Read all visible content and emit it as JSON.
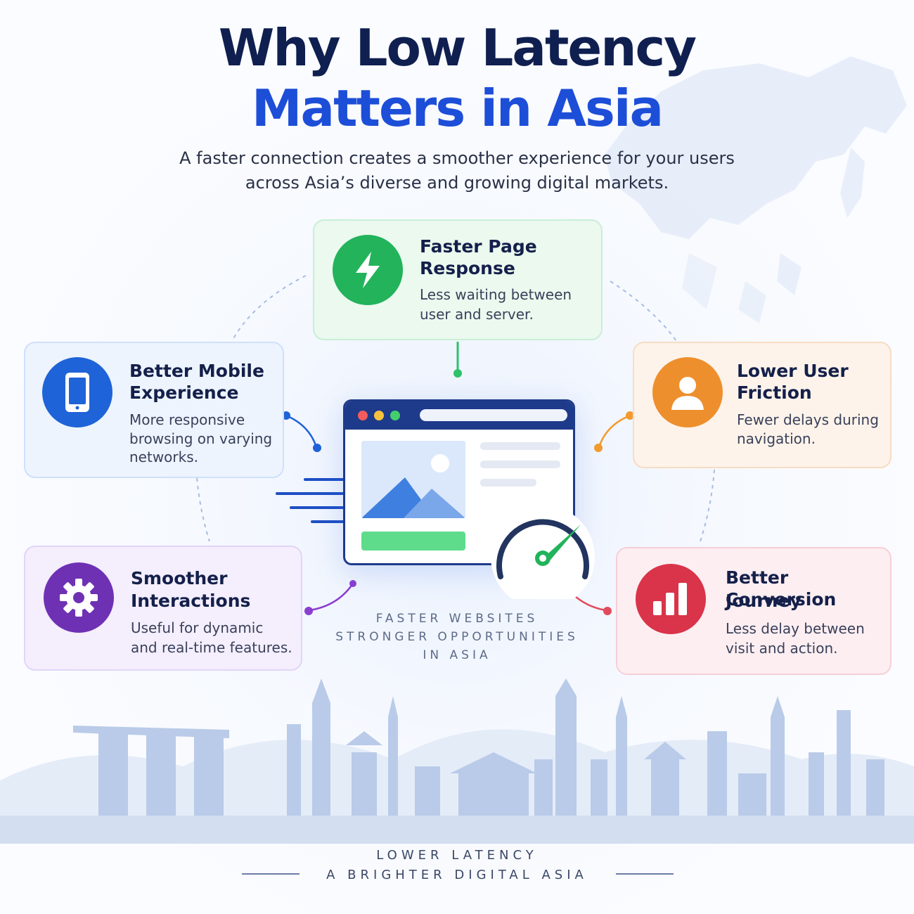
{
  "header": {
    "title_line1": "Why Low Latency",
    "title_line2": "Matters in Asia",
    "subtitle_line1": "A faster connection creates a smoother experience for your users",
    "subtitle_line2": "across Asia’s diverse and growing digital markets."
  },
  "cards": {
    "faster": {
      "title_line1": "Faster Page",
      "title_line2": "Response",
      "desc_line1": "Less waiting between",
      "desc_line2": "user and server.",
      "icon": "lightning-bolt-icon",
      "color": "#22b35b"
    },
    "mobile": {
      "title_line1": "Better Mobile",
      "title_line2": "Experience",
      "desc_line1": "More responsive",
      "desc_line2": "browsing on varying",
      "desc_line3": "networks.",
      "icon": "smartphone-icon",
      "color": "#1f63d8"
    },
    "friction": {
      "title_line1": "Lower User",
      "title_line2": "Friction",
      "desc_line1": "Fewer delays during",
      "desc_line2": "navigation.",
      "icon": "user-icon",
      "color": "#ee8f2d"
    },
    "smooth": {
      "title_line1": "Smoother",
      "title_line2": "Interactions",
      "desc_line1": "Useful for dynamic",
      "desc_line2": "and real-time features.",
      "icon": "gear-icon",
      "color": "#6f31b4"
    },
    "conversion": {
      "title_line1": "Better Conversion",
      "title_line2": "Journey",
      "desc_line1": "Less delay between",
      "desc_line2": "visit and action.",
      "icon": "bar-chart-icon",
      "color": "#d9344a"
    }
  },
  "center": {
    "tag_line1": "FASTER WEBSITES",
    "tag_line2": "STRONGER OPPORTUNITIES",
    "tag_line3": "IN ASIA",
    "illustration": "browser-window-icon",
    "gauge": "speedometer-icon"
  },
  "footer": {
    "line1": "LOWER LATENCY",
    "line2": "A BRIGHTER DIGITAL ASIA"
  }
}
